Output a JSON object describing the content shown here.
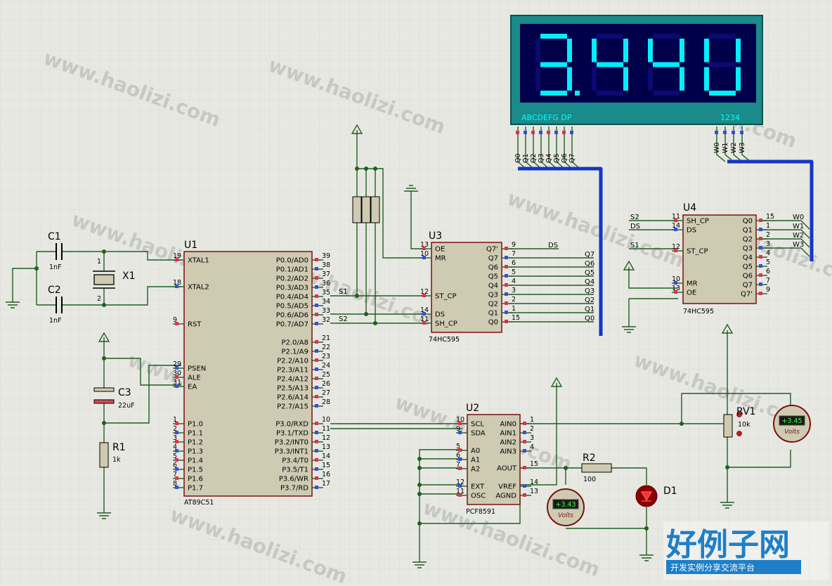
{
  "display": {
    "digits": [
      "3",
      "4",
      "4",
      "U"
    ],
    "decimal_after_digit": 0,
    "seg_label": "ABCDEFG  DP",
    "digit_label": "1234"
  },
  "u1": {
    "ref": "U1",
    "part": "AT89C51",
    "left_pins": [
      {
        "num": "19",
        "name": "XTAL1"
      },
      {
        "num": "18",
        "name": "XTAL2"
      },
      {
        "num": "9",
        "name": "RST"
      },
      {
        "num": "29",
        "name": "PSEN"
      },
      {
        "num": "30",
        "name": "ALE"
      },
      {
        "num": "31",
        "name": "EA"
      },
      {
        "num": "1",
        "name": "P1.0"
      },
      {
        "num": "2",
        "name": "P1.1"
      },
      {
        "num": "3",
        "name": "P1.2"
      },
      {
        "num": "4",
        "name": "P1.3"
      },
      {
        "num": "5",
        "name": "P1.4"
      },
      {
        "num": "6",
        "name": "P1.5"
      },
      {
        "num": "7",
        "name": "P1.6"
      },
      {
        "num": "8",
        "name": "P1.7"
      }
    ],
    "right_pins": [
      {
        "num": "39",
        "name": "P0.0/AD0"
      },
      {
        "num": "38",
        "name": "P0.1/AD1"
      },
      {
        "num": "37",
        "name": "P0.2/AD2"
      },
      {
        "num": "36",
        "name": "P0.3/AD3"
      },
      {
        "num": "35",
        "name": "P0.4/AD4"
      },
      {
        "num": "34",
        "name": "P0.5/AD5"
      },
      {
        "num": "33",
        "name": "P0.6/AD6"
      },
      {
        "num": "32",
        "name": "P0.7/AD7"
      },
      {
        "num": "21",
        "name": "P2.0/A8"
      },
      {
        "num": "22",
        "name": "P2.1/A9"
      },
      {
        "num": "23",
        "name": "P2.2/A10"
      },
      {
        "num": "24",
        "name": "P2.3/A11"
      },
      {
        "num": "25",
        "name": "P2.4/A12"
      },
      {
        "num": "26",
        "name": "P2.5/A13"
      },
      {
        "num": "27",
        "name": "P2.6/A14"
      },
      {
        "num": "28",
        "name": "P2.7/A15"
      },
      {
        "num": "10",
        "name": "P3.0/RXD"
      },
      {
        "num": "11",
        "name": "P3.1/TXD"
      },
      {
        "num": "12",
        "name": "P3.2/INT0"
      },
      {
        "num": "13",
        "name": "P3.3/INT1"
      },
      {
        "num": "14",
        "name": "P3.4/T0"
      },
      {
        "num": "15",
        "name": "P3.5/T1"
      },
      {
        "num": "16",
        "name": "P3.6/WR"
      },
      {
        "num": "17",
        "name": "P3.7/RD"
      }
    ]
  },
  "u3": {
    "ref": "U3",
    "part": "74HC595",
    "left_pins": [
      {
        "num": "13",
        "name": "OE"
      },
      {
        "num": "10",
        "name": "MR"
      },
      {
        "num": "12",
        "name": "ST_CP"
      },
      {
        "num": "14",
        "name": "DS"
      },
      {
        "num": "11",
        "name": "SH_CP"
      }
    ],
    "right_pins": [
      {
        "num": "9",
        "name": "Q7'"
      },
      {
        "num": "7",
        "name": "Q7"
      },
      {
        "num": "6",
        "name": "Q6"
      },
      {
        "num": "5",
        "name": "Q5"
      },
      {
        "num": "4",
        "name": "Q4"
      },
      {
        "num": "3",
        "name": "Q3"
      },
      {
        "num": "2",
        "name": "Q2"
      },
      {
        "num": "1",
        "name": "Q1"
      },
      {
        "num": "15",
        "name": "Q0"
      }
    ],
    "out_nets": [
      "DS",
      "Q7",
      "Q6",
      "Q5",
      "Q4",
      "Q3",
      "Q2",
      "Q1",
      "Q0"
    ]
  },
  "u4": {
    "ref": "U4",
    "part": "74HC595",
    "left_pins": [
      {
        "num": "11",
        "name": "SH_CP"
      },
      {
        "num": "14",
        "name": "DS"
      },
      {
        "num": "12",
        "name": "ST_CP"
      },
      {
        "num": "10",
        "name": "MR"
      },
      {
        "num": "13",
        "name": "OE"
      }
    ],
    "right_pins": [
      {
        "num": "15",
        "name": "Q0"
      },
      {
        "num": "1",
        "name": "Q1"
      },
      {
        "num": "2",
        "name": "Q2"
      },
      {
        "num": "3",
        "name": "Q3"
      },
      {
        "num": "4",
        "name": "Q4"
      },
      {
        "num": "5",
        "name": "Q5"
      },
      {
        "num": "6",
        "name": "Q6"
      },
      {
        "num": "7",
        "name": "Q7"
      },
      {
        "num": "9",
        "name": "Q7'"
      }
    ],
    "in_nets": [
      "S2",
      "DS",
      "S1"
    ],
    "out_nets": [
      "W0",
      "W1",
      "W2",
      "W3"
    ]
  },
  "u2": {
    "ref": "U2",
    "part": "PCF8591",
    "left_pins": [
      {
        "num": "10",
        "name": "SCL"
      },
      {
        "num": "9",
        "name": "SDA"
      },
      {
        "num": "5",
        "name": "A0"
      },
      {
        "num": "6",
        "name": "A1"
      },
      {
        "num": "7",
        "name": "A2"
      },
      {
        "num": "12",
        "name": "EXT"
      },
      {
        "num": "11",
        "name": "OSC"
      }
    ],
    "right_pins": [
      {
        "num": "1",
        "name": "AIN0"
      },
      {
        "num": "2",
        "name": "AIN1"
      },
      {
        "num": "3",
        "name": "AIN2"
      },
      {
        "num": "4",
        "name": "AIN3"
      },
      {
        "num": "15",
        "name": "AOUT"
      },
      {
        "num": "14",
        "name": "VREF"
      },
      {
        "num": "13",
        "name": "AGND"
      }
    ]
  },
  "display_pins": {
    "seg": [
      "Q0",
      "Q1",
      "Q2",
      "Q3",
      "Q4",
      "Q5",
      "Q6",
      "Q7"
    ],
    "dig": [
      "W0",
      "W1",
      "W2",
      "W3"
    ]
  },
  "components": {
    "c1": {
      "ref": "C1",
      "value": "1nF"
    },
    "c2": {
      "ref": "C2",
      "value": "1nF"
    },
    "x1": {
      "ref": "X1",
      "pin1": "1",
      "pin2": "2"
    },
    "c3": {
      "ref": "C3",
      "value": "22uF"
    },
    "r1": {
      "ref": "R1",
      "value": "1k"
    },
    "r2": {
      "ref": "R2",
      "value": "100"
    },
    "d1": {
      "ref": "D1"
    },
    "rv1": {
      "ref": "RV1",
      "value": "10k"
    }
  },
  "nets": {
    "s1": "S1",
    "s2": "S2"
  },
  "voltmeters": [
    {
      "reading": "+3.43",
      "unit": "Volts"
    },
    {
      "reading": "+3.45",
      "unit": "Volts"
    }
  ],
  "watermark": "www.haolizi.com",
  "logo": {
    "title": "好例子网",
    "subtitle": "开发实例分享交流平台"
  }
}
